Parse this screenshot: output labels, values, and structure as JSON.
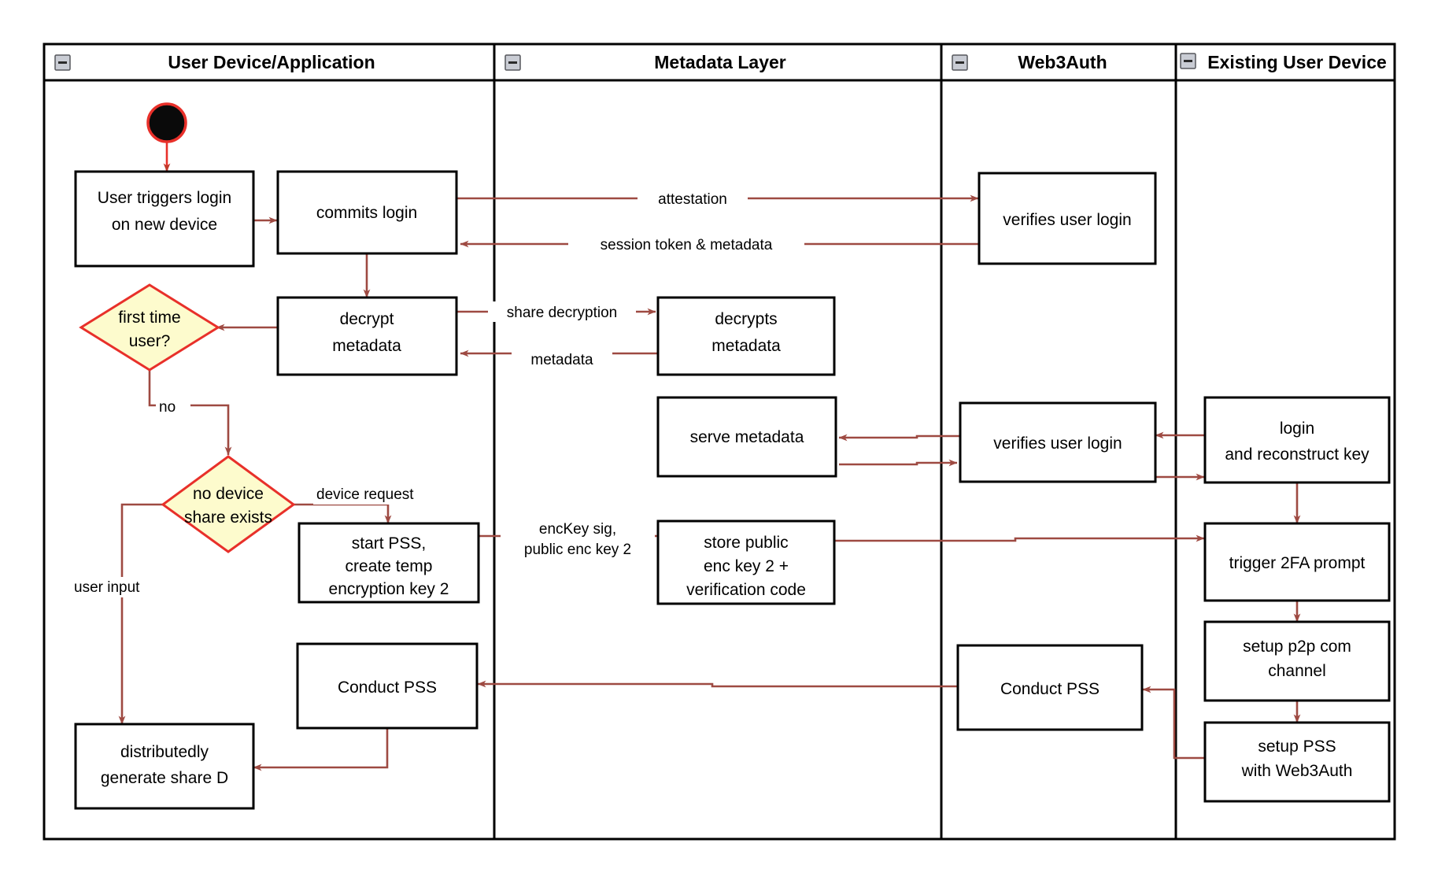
{
  "diagram": {
    "type": "uml-activity-swimlane",
    "title": "Web3Auth new device login / PSS flow",
    "colors": {
      "lane_border": "#000000",
      "node_border": "#000000",
      "node_fill": "#ffffff",
      "decision_fill": "#fdfbcd",
      "decision_border": "#e8302a",
      "flow_arrow": "#9e4a42",
      "start_node_fill": "#0a0a0a",
      "start_node_border": "#e8302a",
      "text": "#000000",
      "collapse_icon_fill": "#c9ccd4"
    },
    "lanes": [
      {
        "id": "lane-user-device",
        "title": "User Device/Application",
        "collapse_icon": "minus-box-icon"
      },
      {
        "id": "lane-metadata",
        "title": "Metadata Layer",
        "collapse_icon": "minus-box-icon"
      },
      {
        "id": "lane-web3auth",
        "title": "Web3Auth",
        "collapse_icon": "minus-box-icon"
      },
      {
        "id": "lane-existing-device",
        "title": "Existing User Device",
        "collapse_icon": "minus-box-icon"
      }
    ],
    "nodes": [
      {
        "id": "start",
        "lane": "lane-user-device",
        "shape": "initial-node",
        "label": ""
      },
      {
        "id": "user-triggers-login",
        "lane": "lane-user-device",
        "shape": "activity",
        "label": "User triggers login\non new device",
        "lines": [
          "User triggers login",
          "on new device"
        ]
      },
      {
        "id": "commits-login",
        "lane": "lane-user-device",
        "shape": "activity",
        "label": "commits login",
        "lines": [
          "commits login"
        ]
      },
      {
        "id": "decrypt-metadata",
        "lane": "lane-user-device",
        "shape": "activity",
        "label": "decrypt\nmetadata",
        "lines": [
          "decrypt",
          "metadata"
        ]
      },
      {
        "id": "first-time-user",
        "lane": "lane-user-device",
        "shape": "decision",
        "label": "first time\nuser?",
        "lines": [
          "first time",
          "user?"
        ]
      },
      {
        "id": "no-device-share-exists",
        "lane": "lane-user-device",
        "shape": "decision",
        "label": "no device\nshare exists",
        "lines": [
          "no device",
          "share exists"
        ]
      },
      {
        "id": "start-pss-create-temp-key",
        "lane": "lane-user-device",
        "shape": "activity",
        "label": "start PSS,\ncreate temp\nencryption key 2",
        "lines": [
          "start PSS,",
          "create temp",
          "encryption key 2"
        ]
      },
      {
        "id": "conduct-pss-user",
        "lane": "lane-user-device",
        "shape": "activity",
        "label": "Conduct PSS",
        "lines": [
          "Conduct PSS"
        ]
      },
      {
        "id": "distributedly-generate-share-d",
        "lane": "lane-user-device",
        "shape": "activity",
        "label": "distributedly\ngenerate share D",
        "lines": [
          "distributedly",
          "generate share D"
        ]
      },
      {
        "id": "decrypts-metadata",
        "lane": "lane-metadata",
        "shape": "activity",
        "label": "decrypts\nmetadata",
        "lines": [
          "decrypts",
          "metadata"
        ]
      },
      {
        "id": "serve-metadata",
        "lane": "lane-metadata",
        "shape": "activity",
        "label": "serve metadata",
        "lines": [
          "serve metadata"
        ]
      },
      {
        "id": "store-public-enc-key",
        "lane": "lane-metadata",
        "shape": "activity",
        "label": "store public\nenc key 2 +\nverification code",
        "lines": [
          "store public",
          "enc key 2 +",
          "verification code"
        ]
      },
      {
        "id": "verifies-user-login-top",
        "lane": "lane-web3auth",
        "shape": "activity",
        "label": "verifies user login",
        "lines": [
          "verifies user login"
        ]
      },
      {
        "id": "verifies-user-login-mid",
        "lane": "lane-web3auth",
        "shape": "activity",
        "label": "verifies user login",
        "lines": [
          "verifies user login"
        ]
      },
      {
        "id": "conduct-pss-web3auth",
        "lane": "lane-web3auth",
        "shape": "activity",
        "label": "Conduct PSS",
        "lines": [
          "Conduct PSS"
        ]
      },
      {
        "id": "login-and-reconstruct-key",
        "lane": "lane-existing-device",
        "shape": "activity",
        "label": "login\nand reconstruct key",
        "lines": [
          "login",
          "and reconstruct key"
        ]
      },
      {
        "id": "trigger-2fa-prompt",
        "lane": "lane-existing-device",
        "shape": "activity",
        "label": "trigger 2FA prompt",
        "lines": [
          "trigger 2FA prompt"
        ]
      },
      {
        "id": "setup-p2p-com-channel",
        "lane": "lane-existing-device",
        "shape": "activity",
        "label": "setup p2p com\nchannel",
        "lines": [
          "setup p2p com",
          "channel"
        ]
      },
      {
        "id": "setup-pss-with-web3auth",
        "lane": "lane-existing-device",
        "shape": "activity",
        "label": "setup PSS\nwith Web3Auth",
        "lines": [
          "setup PSS",
          "with Web3Auth"
        ]
      }
    ],
    "edge_labels": [
      {
        "id": "attestation",
        "text": "attestation"
      },
      {
        "id": "session-token-metadata",
        "text": "session token & metadata"
      },
      {
        "id": "share-decryption",
        "text": "share decryption"
      },
      {
        "id": "metadata",
        "text": "metadata"
      },
      {
        "id": "no",
        "text": "no"
      },
      {
        "id": "device-request",
        "text": "device request"
      },
      {
        "id": "user-input",
        "text": "user input"
      },
      {
        "id": "enckey-sig-line1",
        "text": "encKey sig,"
      },
      {
        "id": "enckey-sig-line2",
        "text": "public enc key 2"
      }
    ]
  }
}
